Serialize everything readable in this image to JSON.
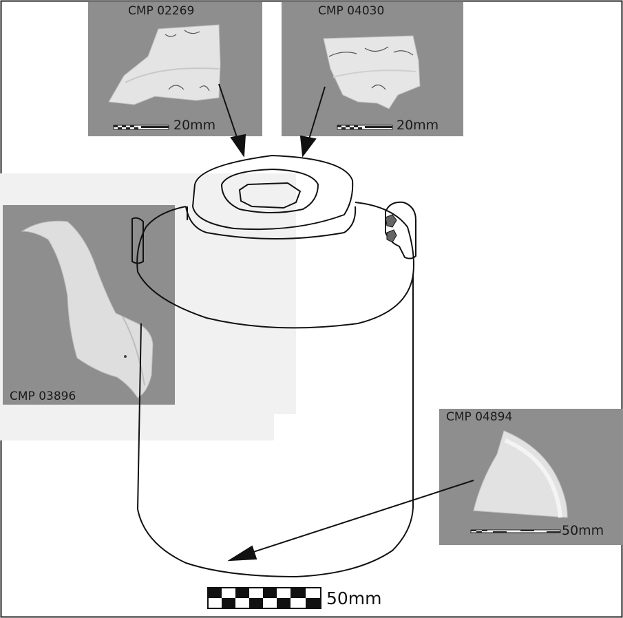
{
  "panels": [
    {
      "id": "top-left",
      "code": "CMP 02269",
      "scale": "20mm"
    },
    {
      "id": "top-right",
      "code": "CMP 04030",
      "scale": "20mm"
    },
    {
      "id": "left",
      "code": "CMP 03896"
    },
    {
      "id": "bottom-right",
      "code": "CMP 04894",
      "scale": "50mm"
    }
  ],
  "main_scale": "50mm",
  "colors": {
    "panel": "#8e8e8e",
    "outline": "#111111",
    "sherd": "#e6e6e6",
    "light_bg": "#f2f2f2"
  }
}
